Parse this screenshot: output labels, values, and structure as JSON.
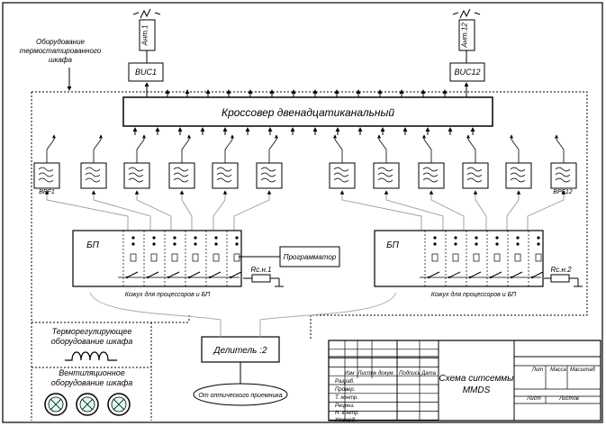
{
  "antennas": [
    "Ант.1",
    "Ант.12"
  ],
  "buc": [
    "BUC1",
    "BUC12"
  ],
  "cabinet_label": [
    "Оборудование",
    "термостатированного",
    "шкафа"
  ],
  "crossover": "Кроссовер двенадцатиканальный",
  "bpf_left": "BPF1",
  "bpf_right": "BPF12",
  "bp_label": "БП",
  "programmer": "Программатор",
  "rsn": [
    "Rс.н.1",
    "Rс.н.2"
  ],
  "casing": "Кожух для процессоров и БП",
  "thermo": [
    "Терморегулирующее",
    "оборудование шкафа"
  ],
  "vent": [
    "Вентиляционное",
    "оборудование шкафа"
  ],
  "divider": "Делитель :2",
  "receiver": "От оптического приемника",
  "title_block": {
    "header": [
      "Изм",
      "Лист",
      "№ докум.",
      "Подпись",
      "Дата"
    ],
    "rows": [
      "Разраб.",
      "Провер.",
      "Т. контр.",
      "Реценз.",
      "Н. контр.",
      "Утверд."
    ],
    "title": [
      "Схема ситсеммы",
      "MMDS"
    ],
    "cols": [
      "Лит",
      "Масса",
      "Масштаб"
    ],
    "sheet": "Лист",
    "sheets": "Листов"
  }
}
